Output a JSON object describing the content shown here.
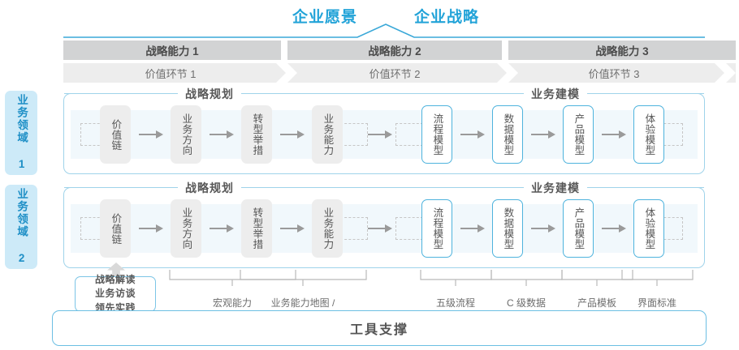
{
  "header": {
    "vision": "企业愿景",
    "strategy": "企业战略"
  },
  "capabilities": [
    {
      "label": "战略能力 1"
    },
    {
      "label": "战略能力 2"
    },
    {
      "label": "战略能力 3"
    }
  ],
  "value_links": [
    {
      "label": "价值环节 1"
    },
    {
      "label": "价值环节 2"
    },
    {
      "label": "价值环节 3"
    }
  ],
  "domains": [
    {
      "tab": "业务领域 1",
      "sections": [
        {
          "title": "战略规划",
          "nodes": [
            "价值链",
            "业务方向",
            "转型举措",
            "业务能力"
          ]
        },
        {
          "title": "业务建模",
          "nodes": [
            "流程模型",
            "数据模型",
            "产品模型",
            "体验模型"
          ]
        }
      ]
    },
    {
      "tab": "业务领域 2",
      "sections": [
        {
          "title": "战略规划",
          "nodes": [
            "价值链",
            "业务方向",
            "转型举措",
            "业务能力"
          ]
        },
        {
          "title": "业务建模",
          "nodes": [
            "流程模型",
            "数据模型",
            "产品模型",
            "体验模型"
          ]
        }
      ]
    }
  ],
  "footnotes": {
    "highlight_box": "战略解读\n业务访谈\n领先实践",
    "items": [
      {
        "label": "宏观能力\n规划"
      },
      {
        "label": "业务能力地图 /\n能力主题文档"
      },
      {
        "label": "五级流程\n模型"
      },
      {
        "label": "C 级数据\n模型"
      },
      {
        "label": "产品模板"
      },
      {
        "label": "界面标准"
      }
    ]
  },
  "tool_support": {
    "label": "工具支撑"
  },
  "colors": {
    "accent_blue": "#22a3d8",
    "node_blue_border": "#4eb3dd",
    "tab_bg": "#cdeaf8",
    "cap_bar": "#d2d3d4",
    "value_bar": "#ededed",
    "band_bg": "#f1f8fc",
    "band_arrow": "#d8edf8"
  }
}
